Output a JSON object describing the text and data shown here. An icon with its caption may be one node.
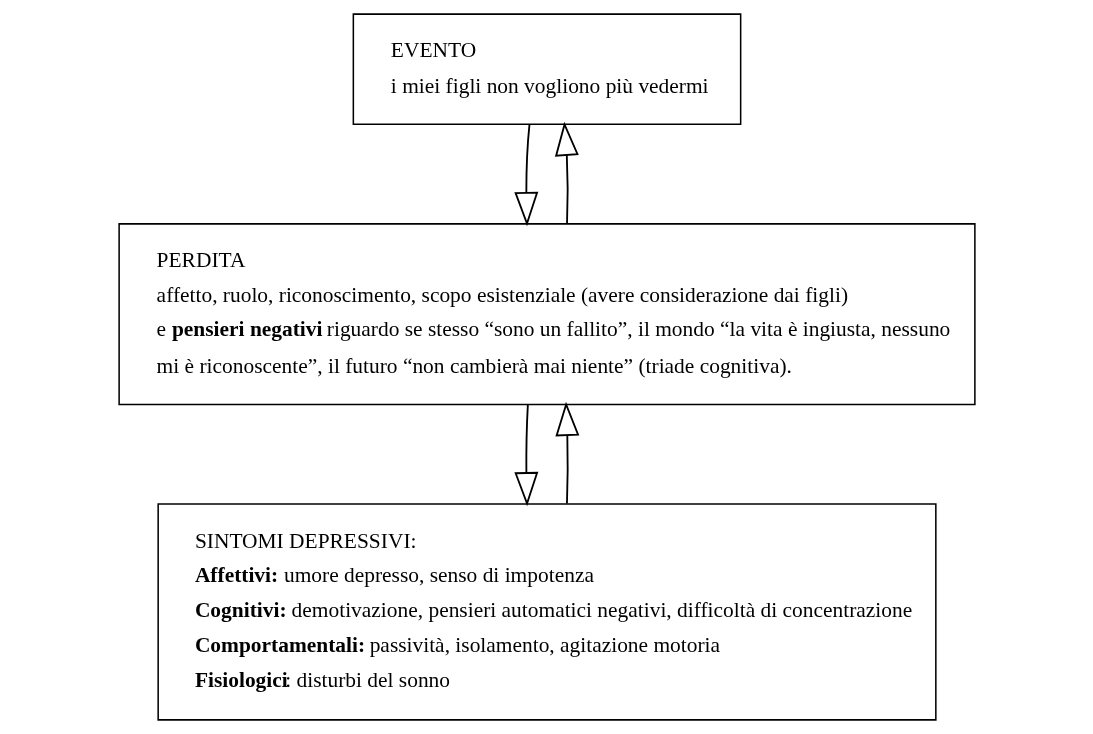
{
  "diagram": {
    "nodes": [
      {
        "text": [
          "EVENTO",
          "i miei figli non vogliono più vedermi"
        ]
      },
      {
        "text": [
          "PERDITA",
          "affetto, ruolo, riconoscimento, scopo esistenziale (avere considerazione dai figli)",
          "e **pensieri negativi** riguardo se stesso “sono un fallito”, il mondo “la vita è ingiusta, nessuno mi è riconoscente”, il futuro “non cambierà mai niente” (triade cognitiva)."
        ]
      },
      {
        "text": [
          "SINTOMI DEPRESSIVI:",
          "**Affettivi:** umore depresso, senso di impotenza",
          "**Cognitivi:** demotivazione, pensieri automatici negativi, difficoltà di concentrazione",
          "**Comportamentali:** passività, isolamento, agitazione motoria",
          "**Fisiologici**: disturbi del sonno"
        ]
      }
    ],
    "edges": [
      {
        "from": 1,
        "to": 0,
        "arrow": "to"
      },
      {
        "from": 0,
        "to": 1,
        "arrow": "to"
      },
      {
        "from": 2,
        "to": 1,
        "arrow": "to"
      },
      {
        "from": 1,
        "to": 2,
        "arrow": "to"
      }
    ]
  }
}
